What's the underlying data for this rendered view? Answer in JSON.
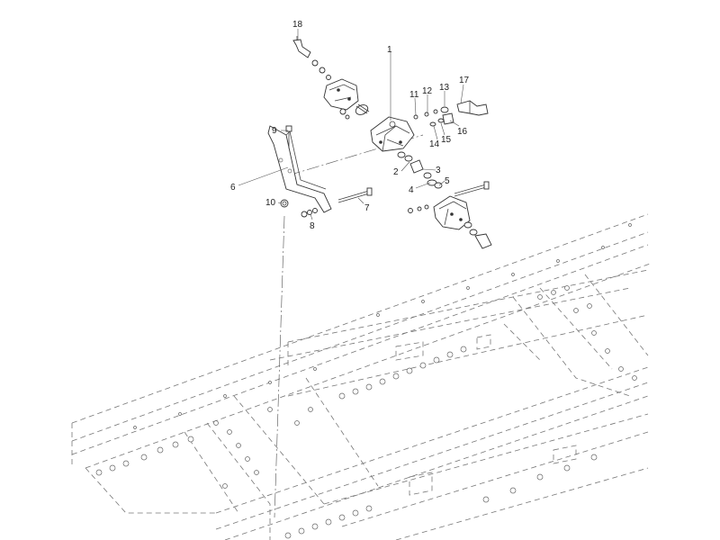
{
  "callouts": [
    {
      "id": "label-1",
      "text": "1"
    },
    {
      "id": "label-2",
      "text": "2"
    },
    {
      "id": "label-3",
      "text": "3"
    },
    {
      "id": "label-4",
      "text": "4"
    },
    {
      "id": "label-5",
      "text": "5"
    },
    {
      "id": "label-6",
      "text": "6"
    },
    {
      "id": "label-7",
      "text": "7"
    },
    {
      "id": "label-8",
      "text": "8"
    },
    {
      "id": "label-9",
      "text": "9"
    },
    {
      "id": "label-10",
      "text": "10"
    },
    {
      "id": "label-11",
      "text": "11"
    },
    {
      "id": "label-12",
      "text": "12"
    },
    {
      "id": "label-13",
      "text": "13"
    },
    {
      "id": "label-14",
      "text": "14"
    },
    {
      "id": "label-15",
      "text": "15"
    },
    {
      "id": "label-16",
      "text": "16"
    },
    {
      "id": "label-17",
      "text": "17"
    },
    {
      "id": "label-18",
      "text": "18"
    }
  ]
}
